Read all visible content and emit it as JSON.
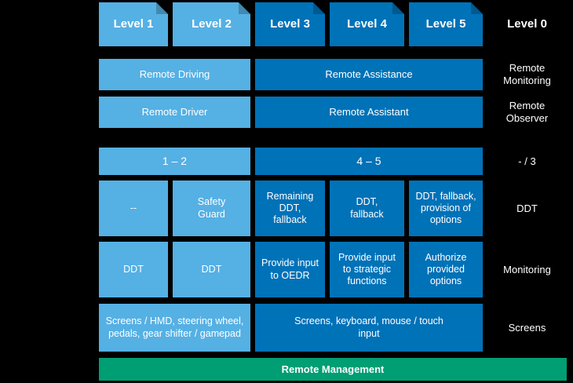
{
  "palette": {
    "background": "#000000",
    "light_blue": "#55B0E4",
    "dark_blue": "#0072B8",
    "green": "#009E73",
    "text": "#FFFFFF"
  },
  "header": {
    "level1": "Level 1",
    "level2": "Level 2",
    "level3": "Level 3",
    "level4": "Level 4",
    "level5": "Level 5",
    "level0": "Level 0"
  },
  "role_row": {
    "left": "Remote Driving",
    "right": "Remote Assistance",
    "label": "Remote Monitoring"
  },
  "actor_row": {
    "left": "Remote Driver",
    "right": "Remote Assistant",
    "label": "Remote Observer"
  },
  "levels_row": {
    "left": "1 – 2",
    "right": "4 – 5",
    "label": "- / 3"
  },
  "ddt_row": {
    "c1": "--",
    "c2": "Safety Guard",
    "c3": "Remaining DDT, fallback",
    "c4": "DDT, fallback",
    "c5": "DDT, fallback, provision of options",
    "label": "DDT"
  },
  "monitoring_row": {
    "c1": "DDT",
    "c2": "DDT",
    "c3": "Provide input to OEDR",
    "c4": "Provide input to strategic functions",
    "c5": "Authorize provided options",
    "label": "Monitoring"
  },
  "screens_row": {
    "left": "Screens / HMD, steering wheel, pedals, gear shifter / gamepad",
    "right": "Screens, keyboard, mouse / touch input",
    "label": "Screens"
  },
  "footer": {
    "label": "Remote Management"
  }
}
